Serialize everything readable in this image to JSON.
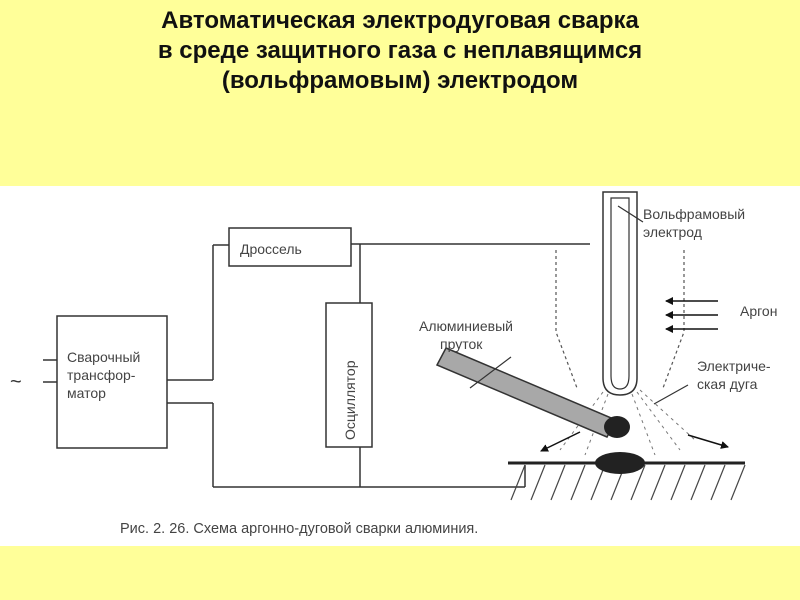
{
  "title": {
    "line1": "Автоматическая электродуговая сварка",
    "line2": "в среде защитного газа с неплавящимся",
    "line3": "(вольфрамовым) электродом"
  },
  "diagram": {
    "tilde": "~",
    "transformer": {
      "line1": "Сварочный",
      "line2": "трансфор-",
      "line3": "матор"
    },
    "choke": "Дроссель",
    "oscillator": "Осциллятор",
    "electrode": {
      "line1": "Вольфрамовый",
      "line2": "электрод"
    },
    "argon": "Аргон",
    "rod": {
      "line1": "Алюминиевый",
      "line2": "пруток"
    },
    "arc": {
      "line1": "Электриче-",
      "line2": "ская дуга"
    },
    "caption": "Рис. 2. 26. Схема аргонно-дуговой сварки алюминия."
  }
}
